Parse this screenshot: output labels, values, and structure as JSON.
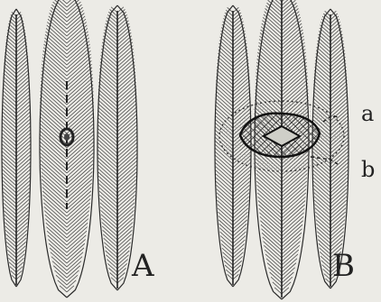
{
  "figure": {
    "panels": [
      {
        "label": "A"
      },
      {
        "label": "B"
      }
    ],
    "callouts": [
      {
        "label": "a"
      },
      {
        "label": "b"
      }
    ]
  },
  "colors": {
    "background": "#ecebe6",
    "ink": "#222222"
  }
}
